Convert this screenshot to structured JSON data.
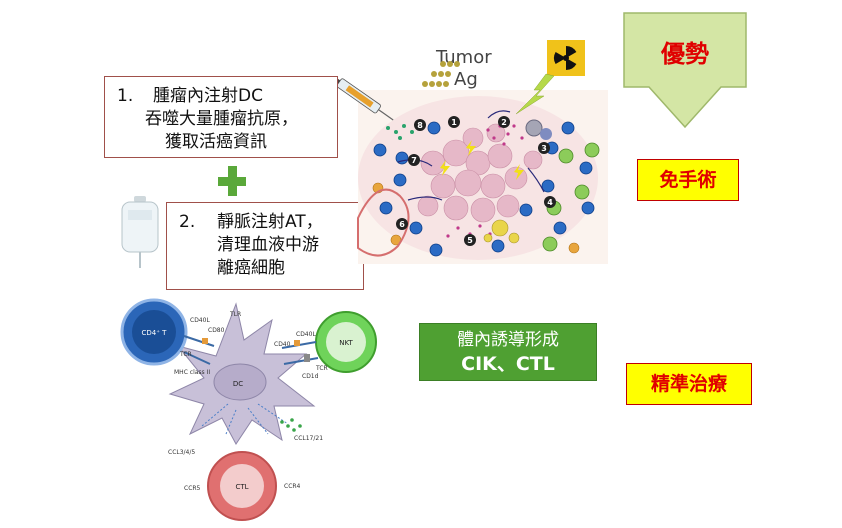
{
  "steps": [
    {
      "number": "1.",
      "lines": [
        "腫瘤內注射DC",
        "吞噬大量腫瘤抗原，",
        "獲取活癌資訊"
      ]
    },
    {
      "number": "2.",
      "lines": [
        "靜脈注射AT，",
        "清理血液中游",
        "離癌細胞"
      ]
    }
  ],
  "tumor_ag": {
    "line1": "Tumor",
    "line2": "Ag"
  },
  "advantage": {
    "title": "優勢",
    "tag1": "免手術",
    "tag2": "精準治療"
  },
  "induction": {
    "line1": "體內誘導形成",
    "line2": "CIK、CTL"
  },
  "tumor_markers": [
    "1",
    "2",
    "3",
    "4",
    "5",
    "6",
    "7",
    "8"
  ],
  "cell_labels": {
    "cd4": "CD4⁺ T",
    "dc": "DC",
    "nkt": "NKT",
    "ctl": "CTL",
    "tlr": "TLR",
    "cd40l_left": "CD40L",
    "cd80": "CD80",
    "tcr_left": "TCR",
    "mhc": "MHC class II",
    "cd40l_right": "CD40L",
    "cd40": "CD40",
    "tcr_right": "TCR",
    "cd1d": "CD1d",
    "ccl1721": "CCL17/21",
    "ccl345": "CCL3/4/5",
    "ccr5": "CCR5",
    "ccr4": "CCR4"
  },
  "colors": {
    "box_border": "#a0504a",
    "tag_bg": "#ffff00",
    "tag_text": "#e00000",
    "green": "#4fa032",
    "arrow_fill": "#d4e6a5",
    "plus": "#5aa83a"
  }
}
